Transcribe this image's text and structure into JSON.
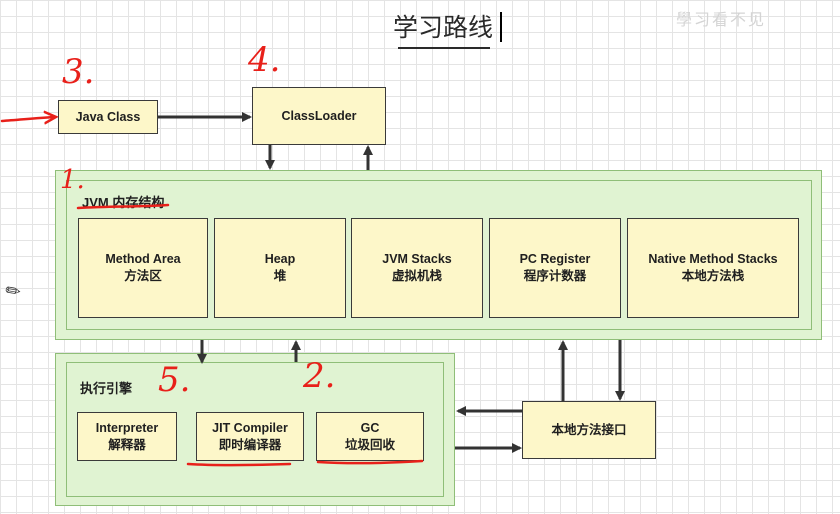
{
  "title": "学习路线",
  "watermark": "學习看不见",
  "boxes": {
    "java_class": "Java Class",
    "classloader": "ClassLoader",
    "method_area": {
      "en": "Method Area",
      "zh": "方法区"
    },
    "heap": {
      "en": "Heap",
      "zh": "堆"
    },
    "jvm_stacks": {
      "en": "JVM Stacks",
      "zh": "虚拟机栈"
    },
    "pc_register": {
      "en": "PC Register",
      "zh": "程序计数器"
    },
    "native_stacks": {
      "en": "Native Method Stacks",
      "zh": "本地方法栈"
    },
    "interpreter": {
      "en": "Interpreter",
      "zh": "解释器"
    },
    "jit": {
      "en": "JIT Compiler",
      "zh": "即时编译器"
    },
    "gc": {
      "en": "GC",
      "zh": "垃圾回收"
    },
    "native_interface": "本地方法接口"
  },
  "regions": {
    "jvm_memory": "JVM 内存结构",
    "engine": "执行引擎"
  },
  "annotations": {
    "a1": "1.",
    "a2": "2.",
    "a3": "3.",
    "a4": "4.",
    "a5": "5."
  },
  "colors": {
    "box_fill": "#fdf7c9",
    "region_fill": "#e0f3d2",
    "region_border": "#8fbe78",
    "annotation": "#e8201a"
  },
  "icons": {
    "cursor": "pencil-icon"
  }
}
